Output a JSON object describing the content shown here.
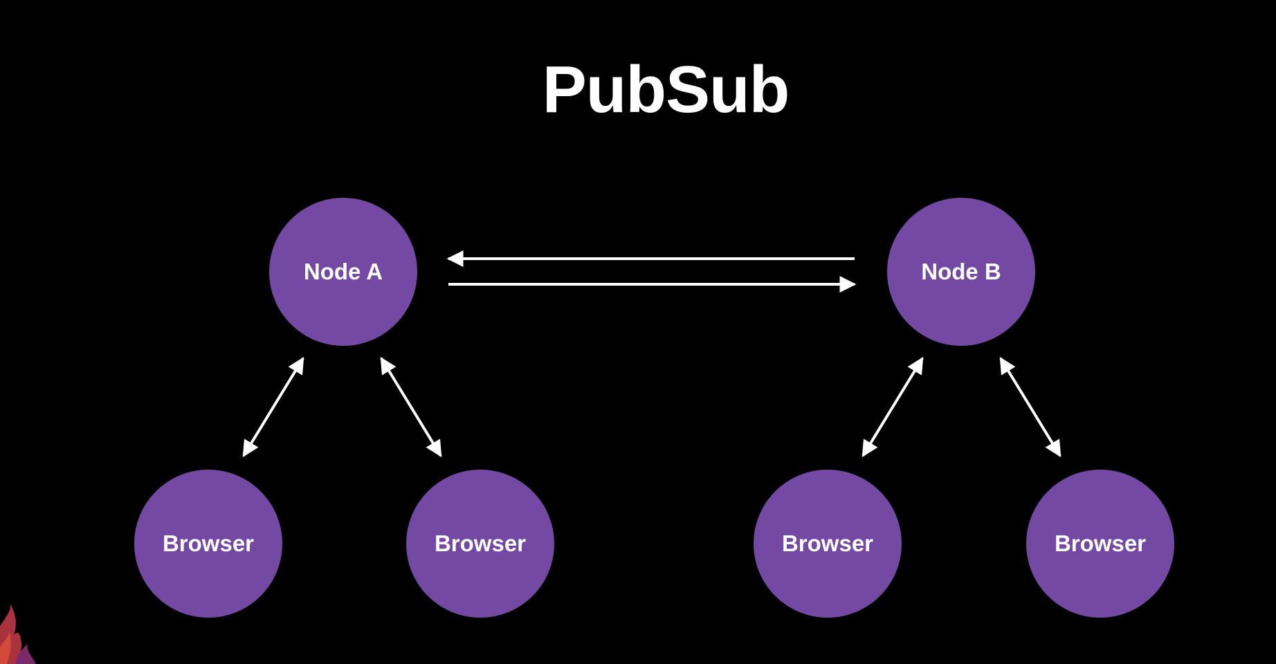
{
  "title": "PubSub",
  "colors": {
    "background": "#000000",
    "node_fill": "#7449a3",
    "text": "#ffffff",
    "arrow": "#ffffff"
  },
  "nodes": {
    "node_a": "Node A",
    "node_b": "Node B",
    "browser_a1": "Browser",
    "browser_a2": "Browser",
    "browser_b1": "Browser",
    "browser_b2": "Browser"
  },
  "edges": [
    {
      "from": "node_b",
      "to": "node_a",
      "type": "one-way"
    },
    {
      "from": "node_a",
      "to": "node_b",
      "type": "one-way"
    },
    {
      "from": "node_a",
      "to": "browser_a1",
      "type": "bidirectional"
    },
    {
      "from": "node_a",
      "to": "browser_a2",
      "type": "bidirectional"
    },
    {
      "from": "node_b",
      "to": "browser_b1",
      "type": "bidirectional"
    },
    {
      "from": "node_b",
      "to": "browser_b2",
      "type": "bidirectional"
    }
  ]
}
